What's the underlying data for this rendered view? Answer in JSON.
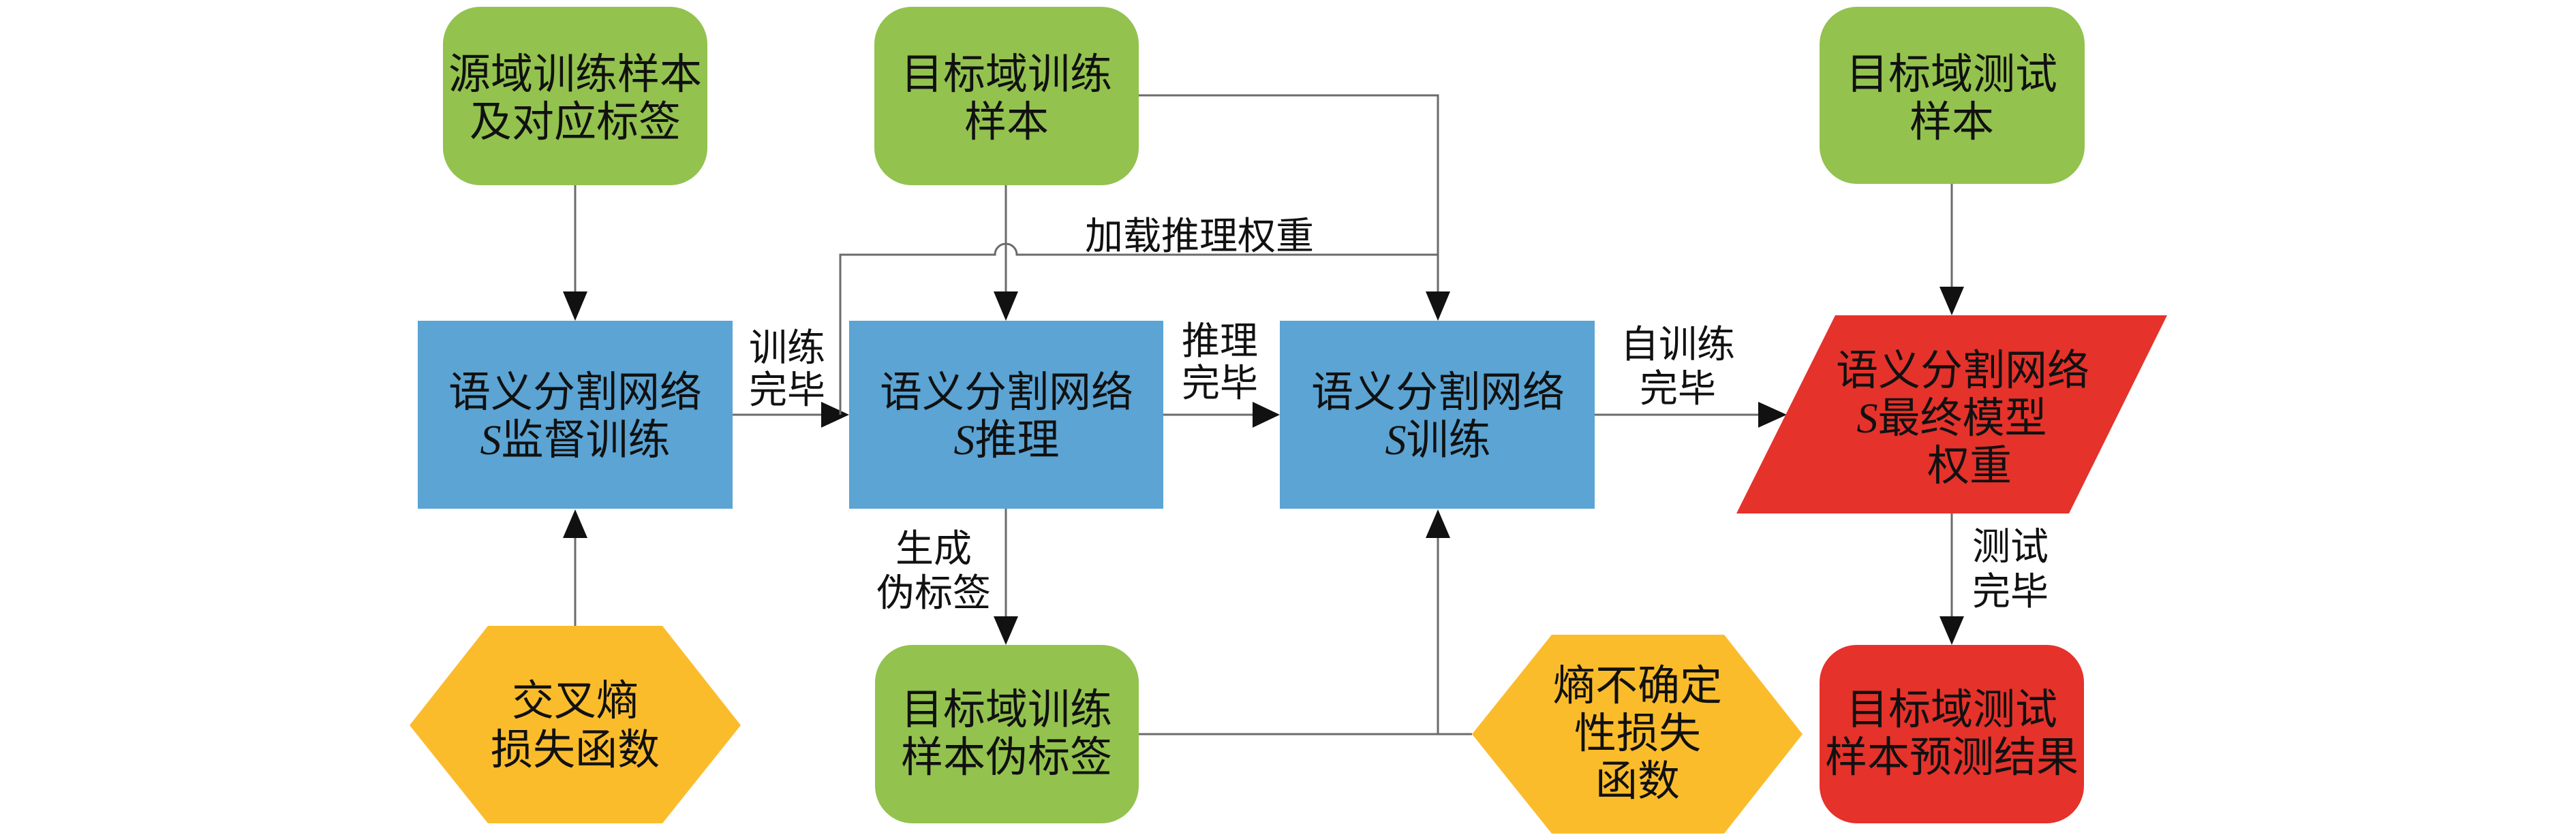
{
  "colors": {
    "input_green": "#93c24f",
    "process_blue": "#5ba4d4",
    "loss_yellow": "#fbbc2c",
    "output_red": "#e5322b",
    "line_gray": "#6b6b6b",
    "arrow_black": "#111111"
  },
  "nodes": {
    "source_samples": {
      "lines": [
        "源域训练样本",
        "及对应标签"
      ]
    },
    "target_train_samples": {
      "lines": [
        "目标域训练",
        "样本"
      ]
    },
    "target_test_samples": {
      "lines": [
        "目标域测试",
        "样本"
      ]
    },
    "supervised_training": {
      "lines": [
        "语义分割网络",
        "监督训练"
      ],
      "symbol": "S"
    },
    "inference": {
      "lines": [
        "语义分割网络",
        "推理"
      ],
      "symbol": "S"
    },
    "self_training": {
      "lines": [
        "语义分割网络",
        "训练"
      ],
      "symbol": "S"
    },
    "final_weights": {
      "lines": [
        "语义分割网络",
        "最终模型",
        "权重"
      ],
      "symbol": "S"
    },
    "cross_entropy_loss": {
      "lines": [
        "交叉熵",
        "损失函数"
      ]
    },
    "pseudo_labels": {
      "lines": [
        "目标域训练",
        "样本伪标签"
      ]
    },
    "entropy_uncertainty_loss": {
      "lines": [
        "熵不确定",
        "性损失",
        "函数"
      ]
    },
    "test_predictions": {
      "lines": [
        "目标域测试",
        "样本预测结果"
      ]
    }
  },
  "edges": {
    "training_done": [
      "训练",
      "完毕"
    ],
    "inference_done": [
      "推理",
      "完毕"
    ],
    "self_training_done": [
      "自训练",
      "完毕"
    ],
    "generate_pseudo_labels": [
      "生成",
      "伪标签"
    ],
    "load_inference_weights": "加载推理权重",
    "testing_done": [
      "测试",
      "完毕"
    ]
  }
}
